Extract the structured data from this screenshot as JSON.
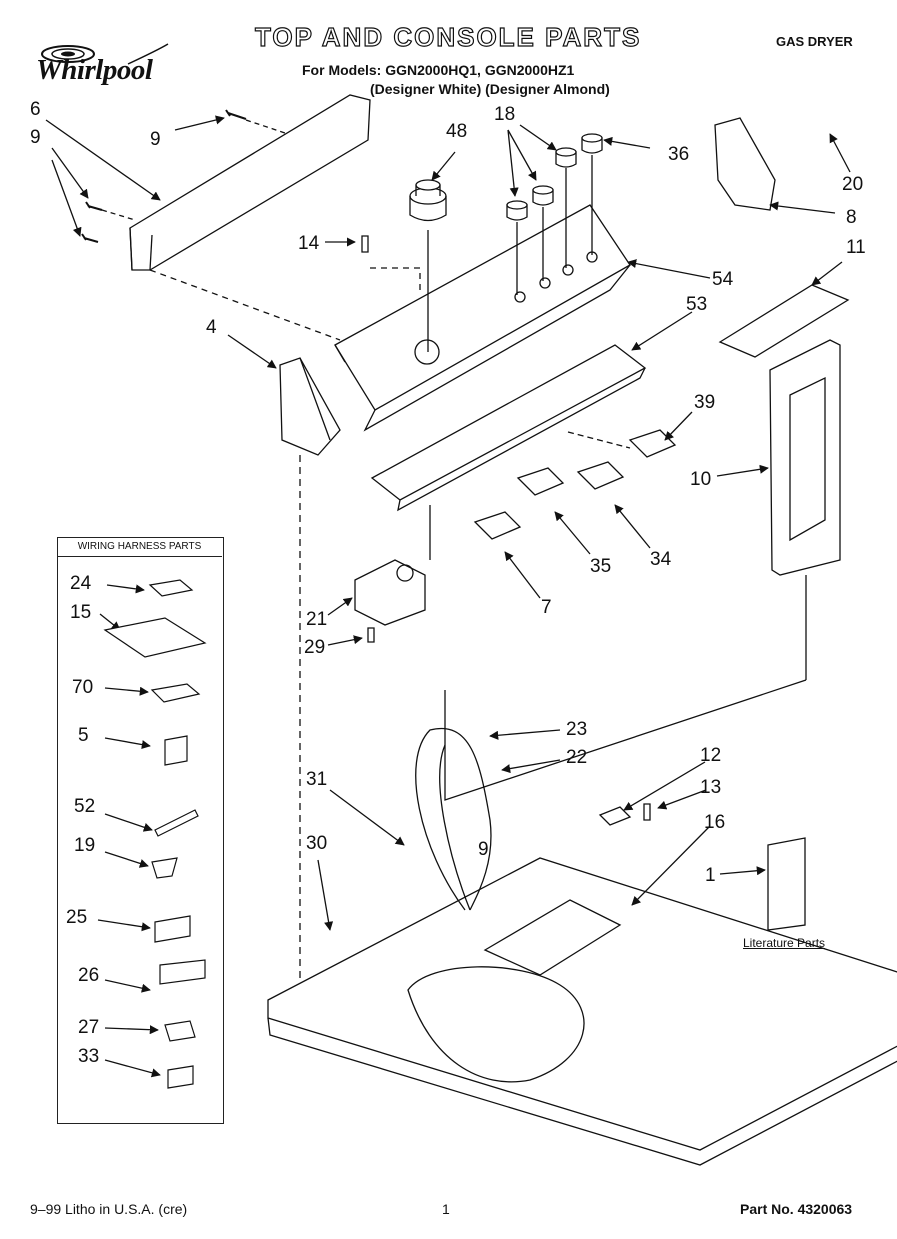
{
  "header": {
    "title": "TOP AND CONSOLE PARTS",
    "product": "GAS DRYER",
    "models_line1": "For Models: GGN2000HQ1, GGN2000HZ1",
    "models_line2": "(Designer White) (Designer Almond)"
  },
  "logo": {
    "brand": "Whirlpool"
  },
  "callouts": {
    "c6": "6",
    "c9a": "9",
    "c9b": "9",
    "c48": "48",
    "c18": "18",
    "c36": "36",
    "c20": "20",
    "c8": "8",
    "c11": "11",
    "c14": "14",
    "c54": "54",
    "c4": "4",
    "c53": "53",
    "c39": "39",
    "c10": "10",
    "c35": "35",
    "c34": "34",
    "c7": "7",
    "c21": "21",
    "c29": "29",
    "c23": "23",
    "c22": "22",
    "c12": "12",
    "c13": "13",
    "c16": "16",
    "c31": "31",
    "c9c": "9",
    "c30": "30",
    "c1": "1"
  },
  "wiring_harness": {
    "title": "WIRING HARNESS PARTS",
    "items": [
      "24",
      "15",
      "70",
      "5",
      "52",
      "19",
      "25",
      "26",
      "27",
      "33"
    ]
  },
  "literature": {
    "label": "Literature Parts"
  },
  "footer": {
    "left": "9–99 Litho in U.S.A. (cre)",
    "page": "1",
    "part_no": "Part No. 4320063"
  }
}
